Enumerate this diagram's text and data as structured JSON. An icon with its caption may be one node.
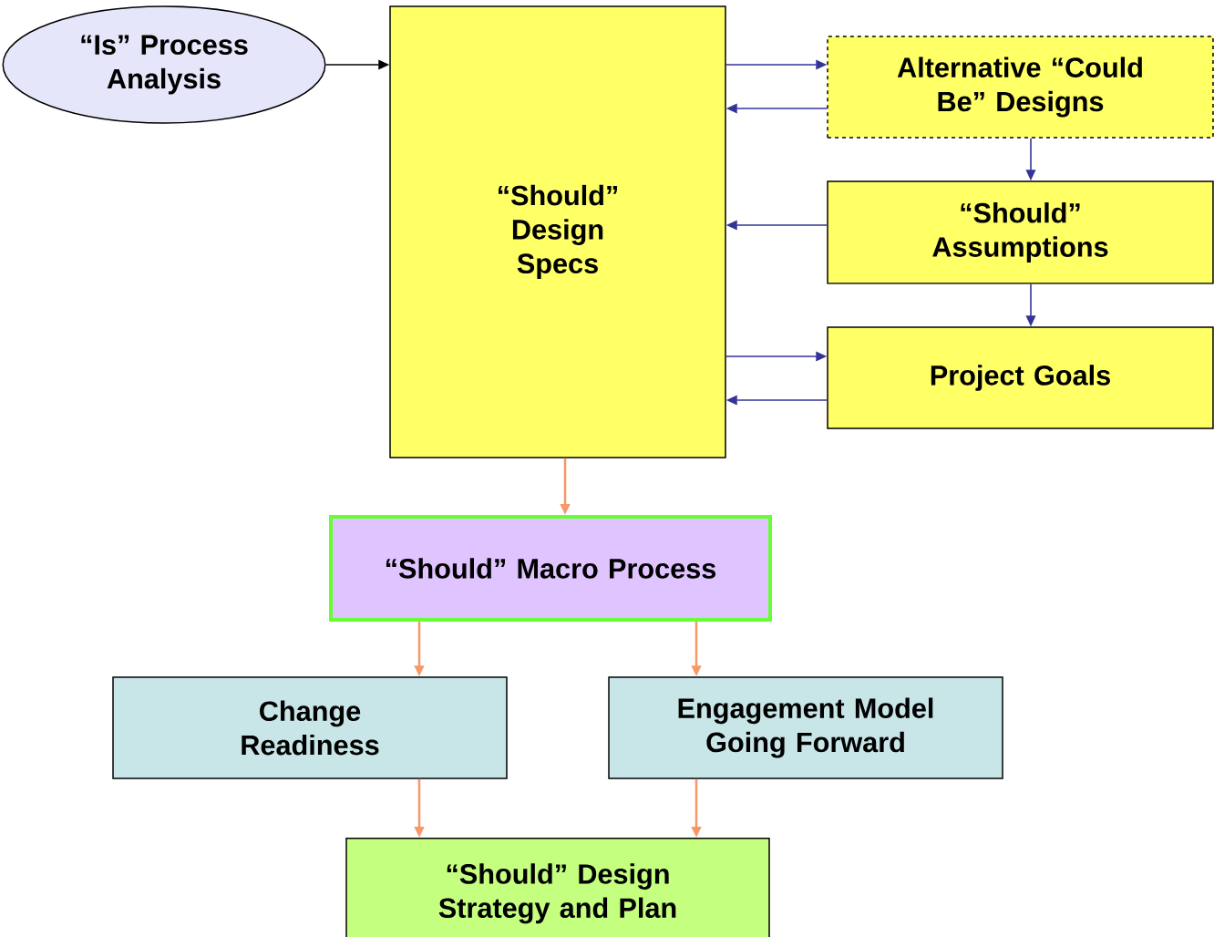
{
  "diagram": {
    "nodes": [
      {
        "text": [
          "“Is” Process Analysis"
        ]
      },
      {
        "text": [
          "“Should” Design Specs"
        ]
      },
      {
        "text": [
          "Alternative “Could Be” Designs"
        ]
      },
      {
        "text": [
          "“Should” Assumptions"
        ]
      },
      {
        "text": [
          "Project Goals"
        ]
      },
      {
        "text": [
          "“Should” Macro Process"
        ]
      },
      {
        "text": [
          "Change Readiness"
        ]
      },
      {
        "text": [
          "Engagement Model Going Forward"
        ]
      },
      {
        "text": [
          "“Should” Design Strategy and Plan"
        ]
      }
    ],
    "edges": [
      {
        "from": 0,
        "to": 1,
        "arrow": "to",
        "color": "#000000"
      },
      {
        "from": 1,
        "to": 2,
        "arrow": "to"
      },
      {
        "from": 2,
        "to": 1,
        "arrow": "to"
      },
      {
        "from": 2,
        "to": 3,
        "arrow": "to"
      },
      {
        "from": 3,
        "to": 1,
        "arrow": "to"
      },
      {
        "from": 3,
        "to": 4,
        "arrow": "to"
      },
      {
        "from": 1,
        "to": 4,
        "arrow": "to"
      },
      {
        "from": 4,
        "to": 1,
        "arrow": "to"
      },
      {
        "from": 1,
        "to": 5,
        "arrow": "to",
        "color": "#f79868"
      },
      {
        "from": 5,
        "to": 6,
        "arrow": "to",
        "color": "#f79868"
      },
      {
        "from": 5,
        "to": 7,
        "arrow": "to",
        "color": "#f79868"
      },
      {
        "from": 6,
        "to": 8,
        "arrow": "to",
        "color": "#f79868"
      },
      {
        "from": 7,
        "to": 8,
        "arrow": "to",
        "color": "#f79868"
      }
    ]
  }
}
